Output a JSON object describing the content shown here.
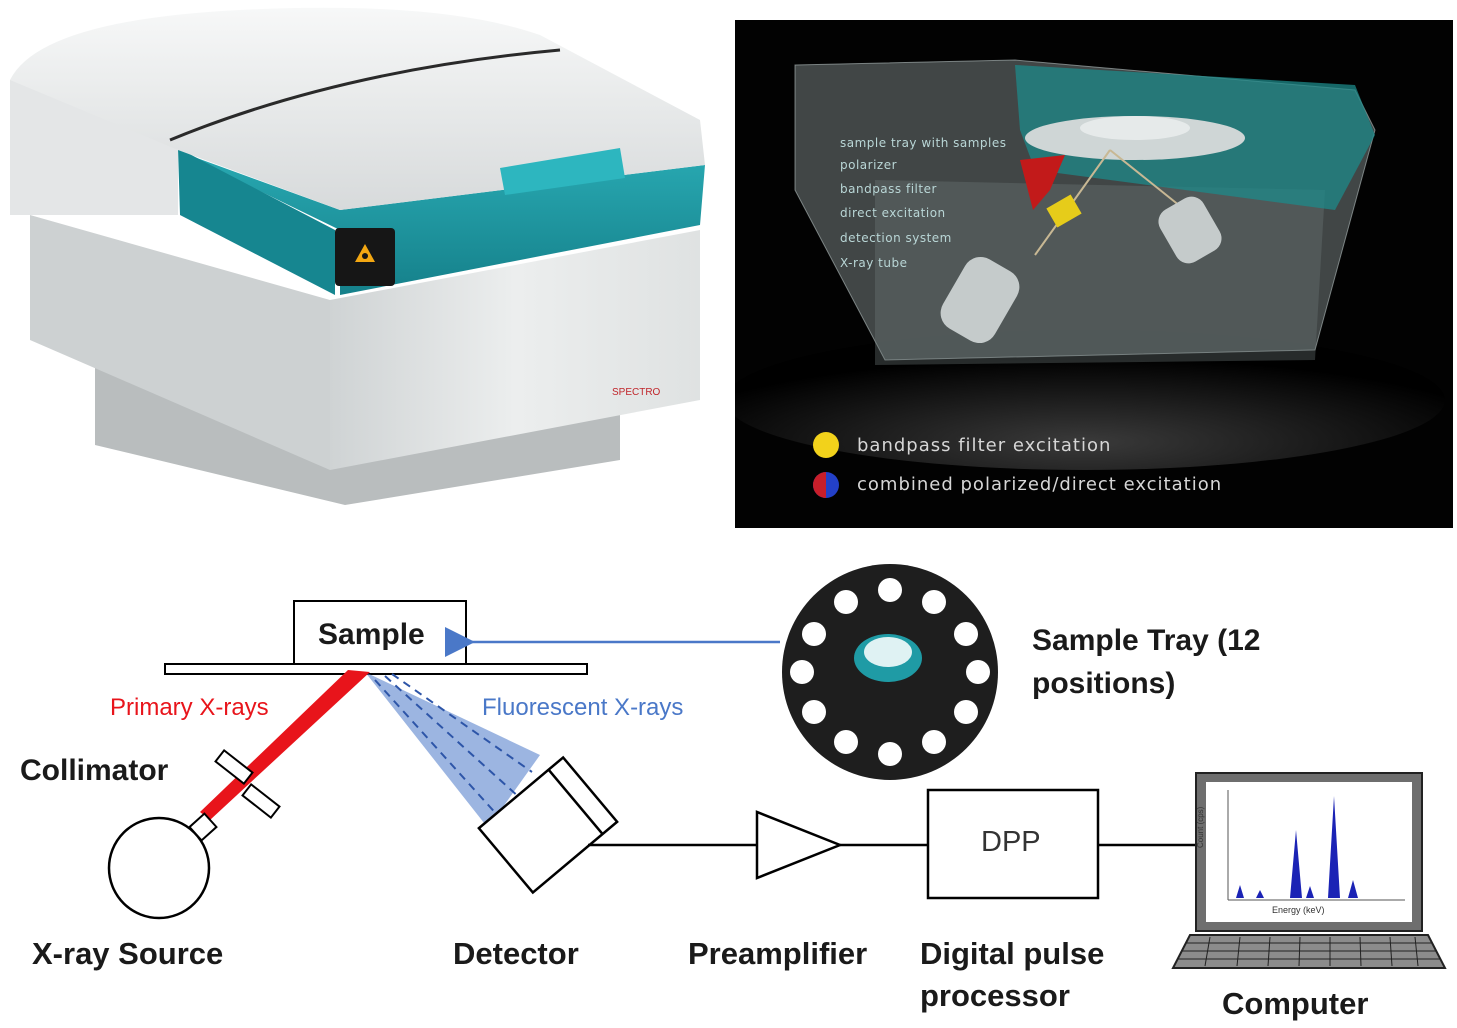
{
  "instrument_photo": {
    "brand_text": "SPECTRO"
  },
  "cutaway": {
    "labels": [
      "sample tray with samples",
      "polarizer",
      "bandpass filter",
      "direct excitation",
      "detection system",
      "X-ray tube"
    ],
    "legend": [
      {
        "text": "bandpass filter excitation",
        "color": "#f2d21b"
      },
      {
        "text": "combined polarized/direct excitation",
        "color": "#c81e2a"
      }
    ]
  },
  "schematic": {
    "sample_label": "Sample",
    "primary_label": "Primary X-rays",
    "fluorescent_label": "Fluorescent X-rays",
    "collimator_label": "Collimator",
    "source_label": "X-ray Source",
    "detector_label": "Detector",
    "preamp_label": "Preamplifier",
    "dpp_box": "DPP",
    "dpp_label_1": "Digital pulse",
    "dpp_label_2": "processor",
    "computer_label": "Computer",
    "tray_label_1": "Sample Tray (12",
    "tray_label_2": "positions)",
    "screen_ylabel": "Count (cps)",
    "screen_xlabel": "Energy (keV)",
    "colors": {
      "primary": "#e8141b",
      "fluorescent": "#4a78c8",
      "teal": "#1f9ba5"
    }
  }
}
